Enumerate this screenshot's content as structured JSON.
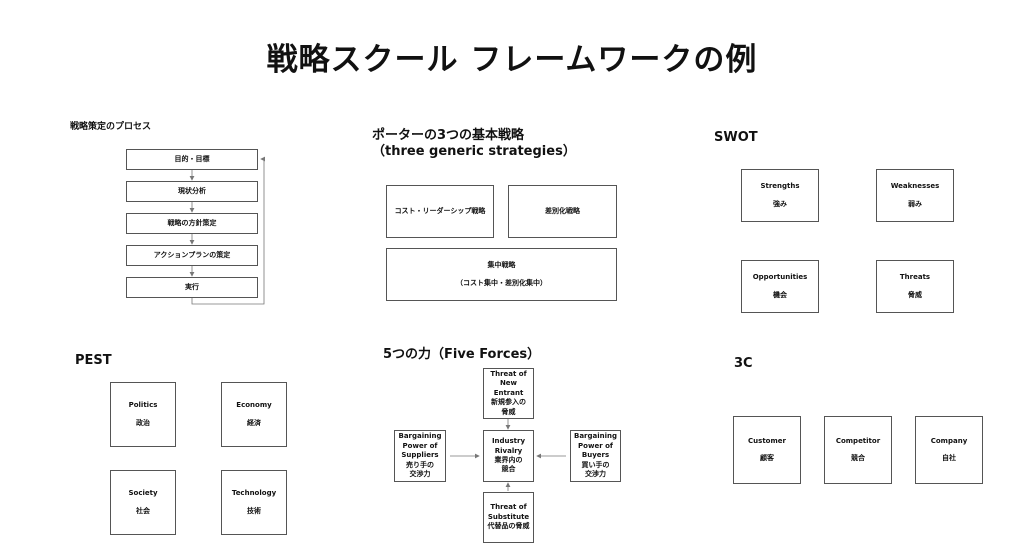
{
  "title": "戦略スクール フレームワークの例",
  "process": {
    "heading": "戦略策定のプロセス",
    "steps": [
      "目的・目標",
      "現状分析",
      "戦略の方針策定",
      "アクションプランの策定",
      "実行"
    ]
  },
  "porter": {
    "heading_line1": "ポーターの3つの基本戦略",
    "heading_line2": "（three generic strategies）",
    "cost": "コスト・リーダーシップ戦略",
    "diff": "差別化戦略",
    "focus_line1": "集中戦略",
    "focus_line2": "（コスト集中・差別化集中）"
  },
  "swot": {
    "heading": "SWOT",
    "items": [
      {
        "en": "Strengths",
        "ja": "強み"
      },
      {
        "en": "Weaknesses",
        "ja": "弱み"
      },
      {
        "en": "Opportunities",
        "ja": "機会"
      },
      {
        "en": "Threats",
        "ja": "脅威"
      }
    ]
  },
  "pest": {
    "heading": "PEST",
    "items": [
      {
        "en": "Politics",
        "ja": "政治"
      },
      {
        "en": "Economy",
        "ja": "経済"
      },
      {
        "en": "Society",
        "ja": "社会"
      },
      {
        "en": "Technology",
        "ja": "技術"
      }
    ]
  },
  "five_forces": {
    "heading": "5つの力（Five Forces）",
    "new_entrant": [
      "Threat of",
      "New Entrant",
      "新規参入の",
      "脅威"
    ],
    "rivalry": [
      "Industry",
      "Rivalry",
      "業界内の",
      "競合"
    ],
    "suppliers": [
      "Bargaining",
      "Power of",
      "Suppliers",
      "売り手の",
      "交渉力"
    ],
    "buyers": [
      "Bargaining",
      "Power of",
      "Buyers",
      "買い手の",
      "交渉力"
    ],
    "substitute": [
      "Threat of",
      "Substitute",
      "代替品の脅威"
    ]
  },
  "three_c": {
    "heading": "3C",
    "items": [
      {
        "en": "Customer",
        "ja": "顧客"
      },
      {
        "en": "Competitor",
        "ja": "競合"
      },
      {
        "en": "Company",
        "ja": "自社"
      }
    ]
  }
}
